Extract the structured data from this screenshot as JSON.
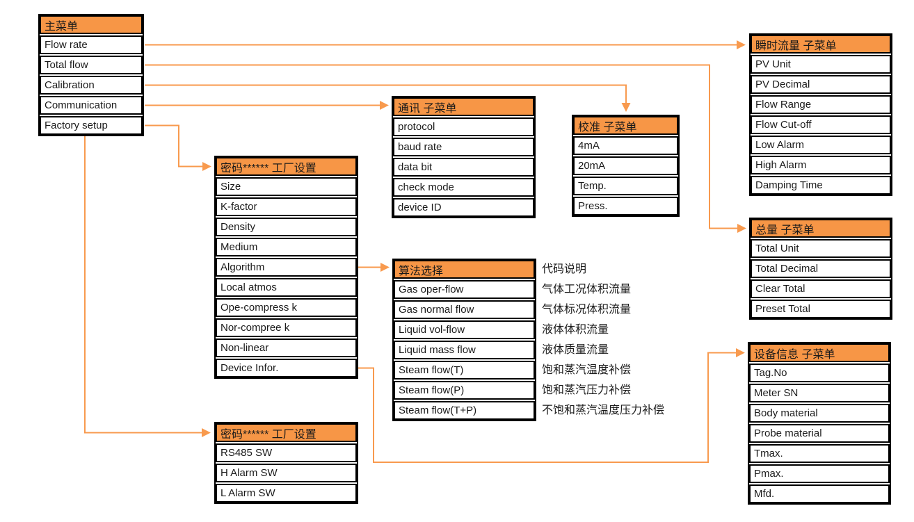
{
  "colors": {
    "accent": "#F79646",
    "connector": "#F89A4E",
    "border": "#000000",
    "text": "#1A1A1A"
  },
  "menus": {
    "main": {
      "title": "主菜单",
      "items": [
        "Flow rate",
        "Total flow",
        "Calibration",
        "Communication",
        "Factory setup"
      ]
    },
    "instant_flow": {
      "title": "瞬时流量 子菜单",
      "items": [
        "PV Unit",
        "PV Decimal",
        "Flow Range",
        "Flow Cut-off",
        "Low Alarm",
        "High Alarm",
        "Damping Time"
      ]
    },
    "total_flow": {
      "title": "总量 子菜单",
      "items": [
        "Total Unit",
        "Total Decimal",
        "Clear Total",
        "Preset Total"
      ]
    },
    "communication": {
      "title": "通讯 子菜单",
      "items": [
        "protocol",
        "baud rate",
        "data bit",
        "check mode",
        "device ID"
      ]
    },
    "calibration": {
      "title": "校准 子菜单",
      "items": [
        "4mA",
        "20mA",
        "Temp.",
        "Press."
      ]
    },
    "factory_setup": {
      "title": "密码****** 工厂设置",
      "items": [
        "Size",
        "K-factor",
        "Density",
        "Medium",
        "Algorithm",
        "Local atmos",
        "Ope-compress k",
        "Nor-compree k",
        "Non-linear",
        "Device Infor."
      ]
    },
    "algorithm": {
      "title": "算法选择",
      "items": [
        "Gas oper-flow",
        "Gas normal flow",
        "Liquid vol-flow",
        "Liquid mass flow",
        "Steam flow(T)",
        "Steam flow(P)",
        "Steam flow(T+P)"
      ]
    },
    "factory_setup_2": {
      "title": "密码****** 工厂设置",
      "items": [
        "RS485 SW",
        "H Alarm SW",
        "L Alarm SW"
      ]
    },
    "device_info": {
      "title": "设备信息 子菜单",
      "items": [
        "Tag.No",
        "Meter SN",
        "Body material",
        "Probe material",
        "Tmax.",
        "Pmax.",
        "Mfd."
      ]
    }
  },
  "algorithm_descriptions": {
    "title": "代码说明",
    "items": [
      "气体工况体积流量",
      "气体标况体积流量",
      "液体体积流量",
      "液体质量流量",
      "饱和蒸汽温度补偿",
      "饱和蒸汽压力补偿",
      "不饱和蒸汽温度压力补偿"
    ]
  }
}
